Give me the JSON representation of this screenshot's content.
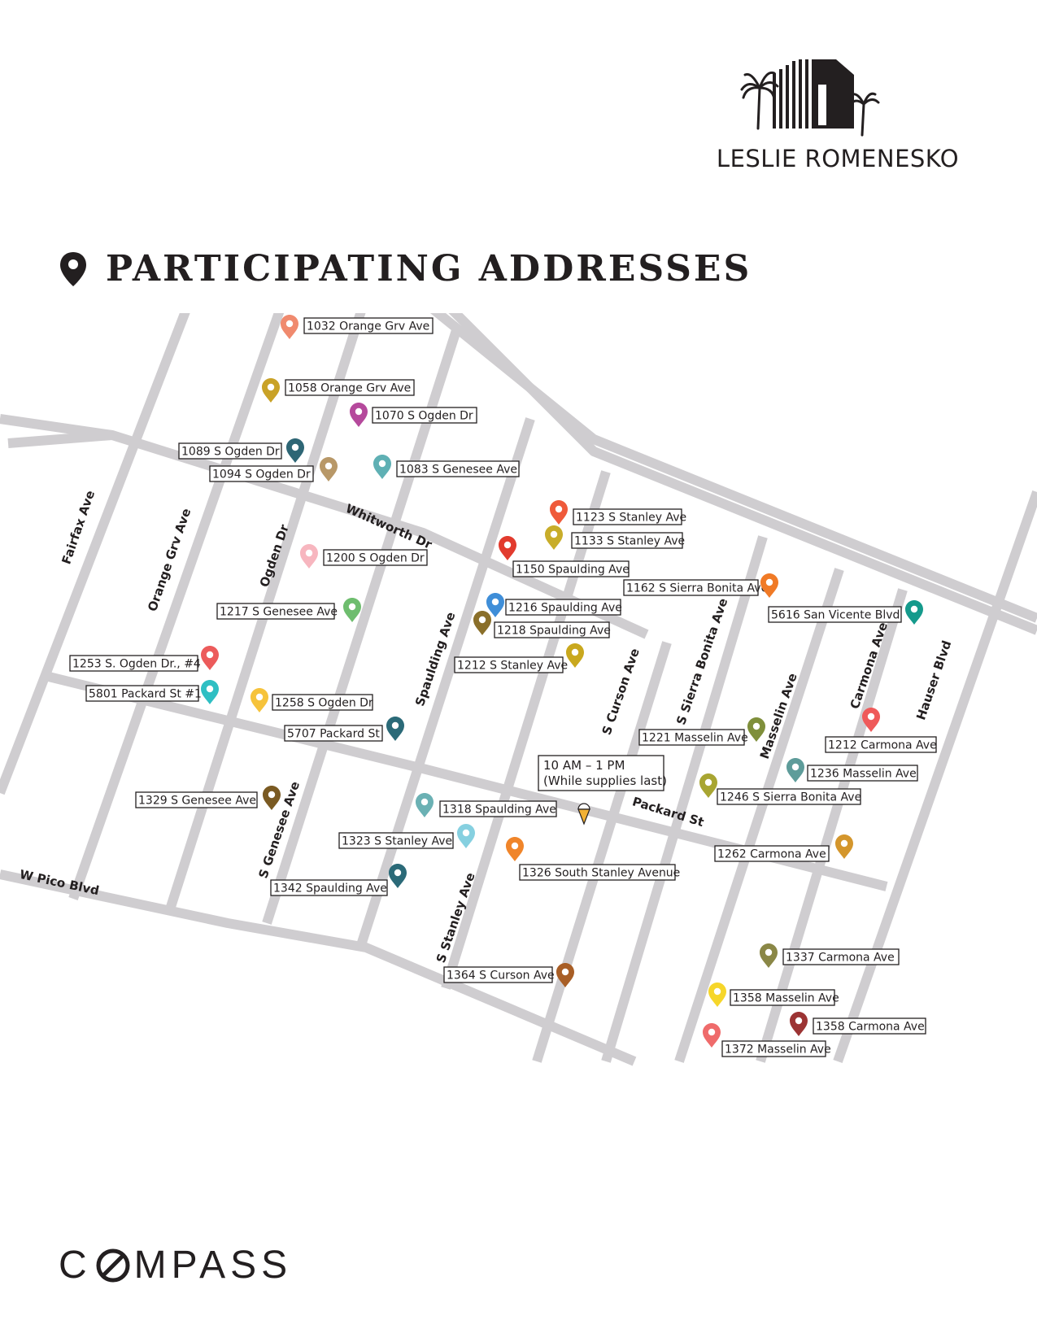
{
  "brand": {
    "name": "LESLIE ROMENESKO"
  },
  "title": "PARTICIPATING ADDRESSES",
  "footer": {
    "logo_left": "C",
    "logo_right": "MPASS"
  },
  "streets": [
    {
      "id": "fairfax",
      "label": "Fairfax Ave"
    },
    {
      "id": "orange",
      "label": "Orange Grv Ave"
    },
    {
      "id": "ogden",
      "label": "Ogden Dr"
    },
    {
      "id": "whitworth",
      "label": "Whitworth Dr"
    },
    {
      "id": "spaulding",
      "label": "Spaulding Ave"
    },
    {
      "id": "curson",
      "label": "S Curson Ave"
    },
    {
      "id": "sierra",
      "label": "S Sierra Bonita Ave"
    },
    {
      "id": "masselin",
      "label": "Masselin Ave"
    },
    {
      "id": "carmona",
      "label": "Carmona Ave"
    },
    {
      "id": "hauser",
      "label": "Hauser Blvd"
    },
    {
      "id": "packard",
      "label": "Packard St"
    },
    {
      "id": "pico",
      "label": "W Pico Blvd"
    },
    {
      "id": "genesee",
      "label": "S Genesee Ave"
    },
    {
      "id": "stanley",
      "label": "S Stanley Ave"
    }
  ],
  "event": {
    "line1": "10 AM – 1 PM",
    "line2": "(While supplies last)",
    "icon": "ice-cream-icon"
  },
  "markers": [
    {
      "label": "1032 Orange Grv Ave",
      "color": "#f08a6e"
    },
    {
      "label": "1058 Orange Grv Ave",
      "color": "#c9a227"
    },
    {
      "label": "1070 S Ogden Dr",
      "color": "#b5499c"
    },
    {
      "label": "1089 S Ogden Dr",
      "color": "#2e6675"
    },
    {
      "label": "1094 S Ogden Dr",
      "color": "#b89868"
    },
    {
      "label": "1083 S Genesee Ave",
      "color": "#5fb0b4"
    },
    {
      "label": "1123 S Stanley Ave",
      "color": "#ef5a3a"
    },
    {
      "label": "1133 S Stanley Ave",
      "color": "#c8ad2a"
    },
    {
      "label": "1150 Spaulding Ave",
      "color": "#e23b2e"
    },
    {
      "label": "1200 S Ogden Dr",
      "color": "#f7b6bf"
    },
    {
      "label": "1162 S Sierra Bonita Ave",
      "color": "#f07a26"
    },
    {
      "label": "5616 San Vicente Blvd",
      "color": "#159a8c"
    },
    {
      "label": "1216 Spaulding Ave",
      "color": "#3f8ed8"
    },
    {
      "label": "1218 Spaulding Ave",
      "color": "#8a6f2a"
    },
    {
      "label": "1217 S Genesee Ave",
      "color": "#6ebd6e"
    },
    {
      "label": "1212 S Stanley Ave",
      "color": "#c9a81e"
    },
    {
      "label": "1253 S. Ogden Dr., #4",
      "color": "#ec5b5b"
    },
    {
      "label": "5801 Packard St #1",
      "color": "#2fbfc3"
    },
    {
      "label": "1258 S Ogden Dr",
      "color": "#f6c33b"
    },
    {
      "label": "5707 Packard St",
      "color": "#2b6a78"
    },
    {
      "label": "1221 Masselin Ave",
      "color": "#7f8f3b"
    },
    {
      "label": "1212 Carmona Ave",
      "color": "#ef5a5a"
    },
    {
      "label": "1236 Masselin Ave",
      "color": "#5e9c9a"
    },
    {
      "label": "1246 S Sierra Bonita Ave",
      "color": "#a8a532"
    },
    {
      "label": "1329 S Genesee Ave",
      "color": "#7a5a22"
    },
    {
      "label": "1318 Spaulding Ave",
      "color": "#6bb1b4"
    },
    {
      "label": "1323 S Stanley Ave",
      "color": "#86d0e0"
    },
    {
      "label": "1326 South Stanley Avenue",
      "color": "#f0852a"
    },
    {
      "label": "1262 Carmona Ave",
      "color": "#d4962c"
    },
    {
      "label": "1342 Spaulding Ave",
      "color": "#2b6a78"
    },
    {
      "label": "1364 S Curson Ave",
      "color": "#a85e26"
    },
    {
      "label": "1337 Carmona Ave",
      "color": "#8a8746"
    },
    {
      "label": "1358 Masselin Ave",
      "color": "#f6d62a"
    },
    {
      "label": "1358 Carmona Ave",
      "color": "#9c3434"
    },
    {
      "label": "1372 Masselin Ave",
      "color": "#ef6b6b"
    }
  ]
}
